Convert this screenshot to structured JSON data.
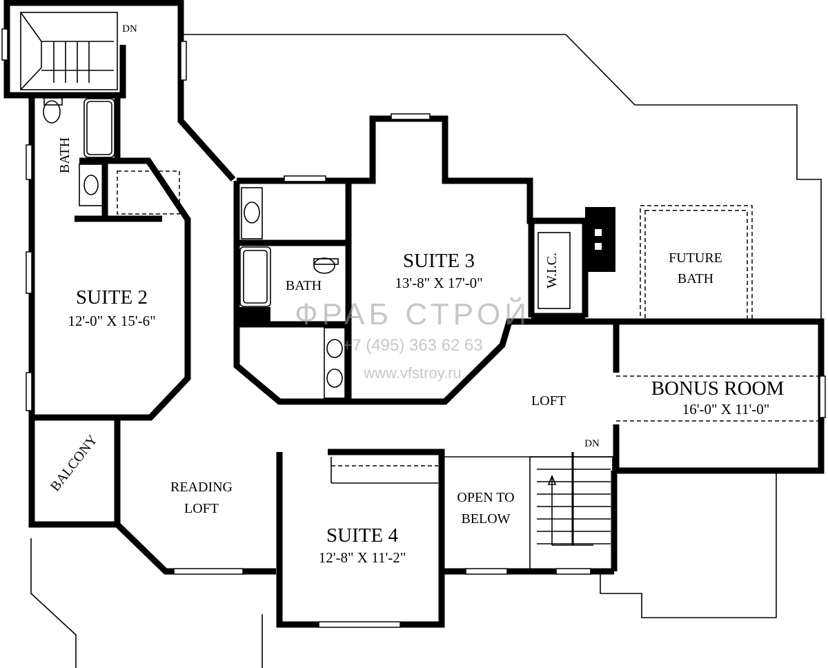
{
  "rooms": {
    "suite2": {
      "name": "SUITE 2",
      "dim": "12'-0\" X 15'-6\""
    },
    "suite3": {
      "name": "SUITE 3",
      "dim": "13'-8\" X 17'-0\""
    },
    "suite4": {
      "name": "SUITE 4",
      "dim": "12'-8\" X 11'-2\""
    },
    "bonus": {
      "name": "BONUS ROOM",
      "dim": "16'-0\" X 11'-0\""
    },
    "bath_left": "BATH",
    "bath_mid": "BATH",
    "wic": "W.I.C.",
    "future_bath_1": "FUTURE",
    "future_bath_2": "BATH",
    "loft": "LOFT",
    "reading_loft_1": "READING",
    "reading_loft_2": "LOFT",
    "balcony": "BALCONY",
    "open_below_1": "OPEN TO",
    "open_below_2": "BELOW"
  },
  "stairs": {
    "dn_top": "DN",
    "dn_right": "DN"
  },
  "watermark": {
    "brand": "ФРАБ СТРОЙ",
    "phone": "+7 (495) 363 62 63",
    "url": "www.vfstroy.ru"
  }
}
